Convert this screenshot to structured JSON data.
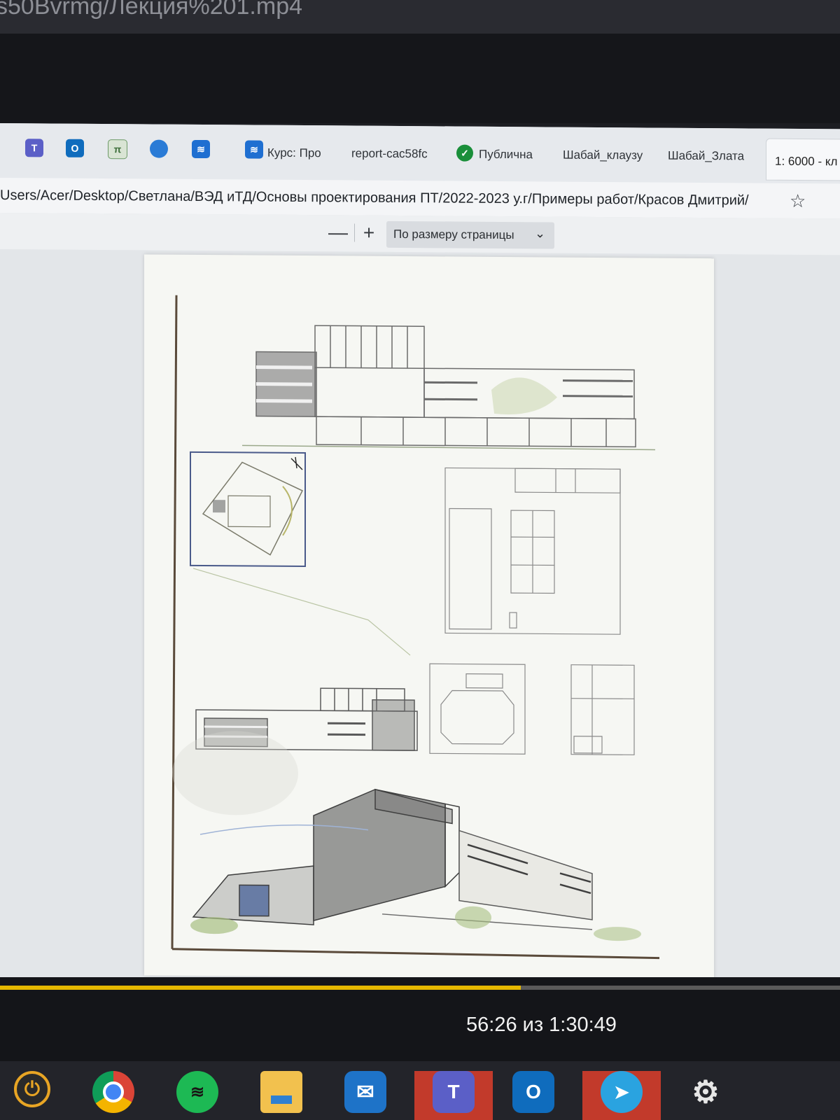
{
  "window_title": "s50Bvrmg/Лекция%201.mp4",
  "tabs": [
    {
      "label": "Курс: Про"
    },
    {
      "label": "report-cac58fc"
    },
    {
      "label": "Публична"
    },
    {
      "label": "Шабай_клаузу"
    },
    {
      "label": "Шабай_Злата"
    },
    {
      "label": "1: 6000 - кл"
    }
  ],
  "tab_icons": [
    "teams-icon",
    "outlook-icon",
    "pi-icon",
    "edge-icon",
    "course-icon"
  ],
  "address": "Users/Acer/Desktop/Светлана/ВЭД иТД/Основы проектирования ПТ/2022-2023 у.г/Примеры работ/Красов Дмитрий/",
  "pdf_toolbar": {
    "zoom_out": "—",
    "zoom_in": "+",
    "zoom_mode": "По размеру страницы"
  },
  "video": {
    "progress_fraction": 0.62,
    "time_text": "56:26 из 1:30:49"
  },
  "taskbar_icons": [
    "power-icon",
    "chrome-icon",
    "spotify-icon",
    "file-explorer-icon",
    "mail-icon",
    "teams-icon",
    "outlook-icon",
    "telegram-icon",
    "settings-icon"
  ],
  "colors": {
    "progress": "#e6b800",
    "teams": "#5b5fc7",
    "outlook": "#0f6cbd",
    "telegram": "#2aa3e0"
  }
}
